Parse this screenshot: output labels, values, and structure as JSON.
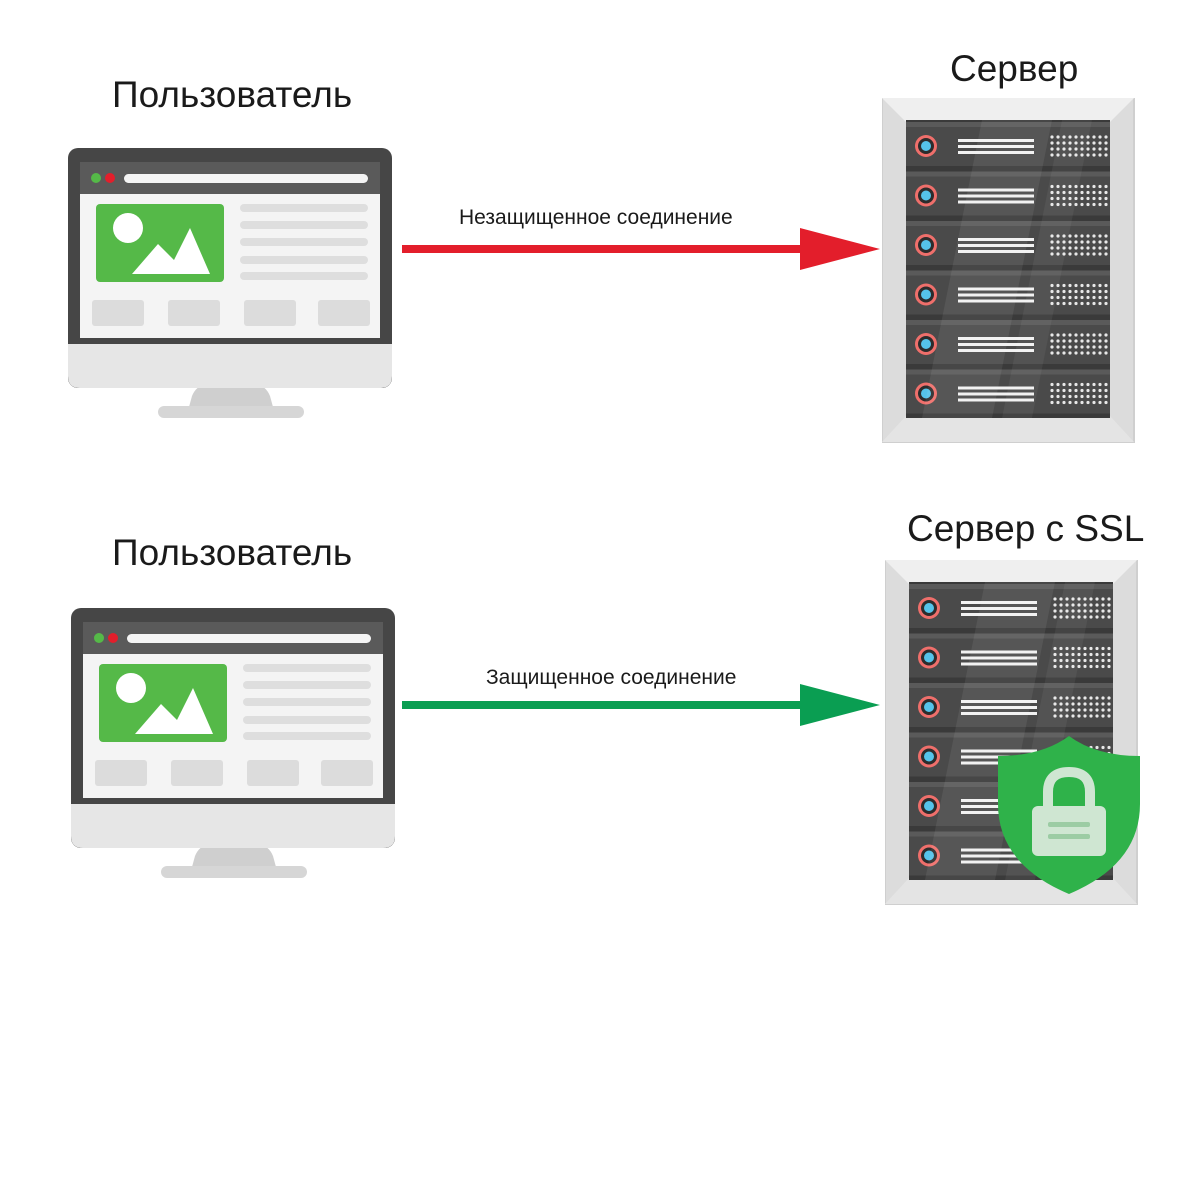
{
  "row_insecure": {
    "user_label": "Пользователь",
    "server_label": "Сервер",
    "connection_label": "Незащищенное соединение",
    "arrow_color": "#e31e2b"
  },
  "row_secure": {
    "user_label": "Пользователь",
    "server_label": "Сервер с SSL",
    "connection_label": "Защищенное соединение",
    "arrow_color": "#0a9e52"
  },
  "icons": {
    "monitor": "desktop-monitor-icon",
    "server": "server-rack-icon",
    "shield": "shield-lock-icon"
  },
  "colors": {
    "image_placeholder": "#55b948",
    "monitor_bezel": "#464646",
    "monitor_chin": "#e6e6e6",
    "server_frame": "#dcdcdc",
    "server_unit": "#4a4a4a",
    "server_led": "#55c3ea",
    "shield": "#2fb24a"
  }
}
